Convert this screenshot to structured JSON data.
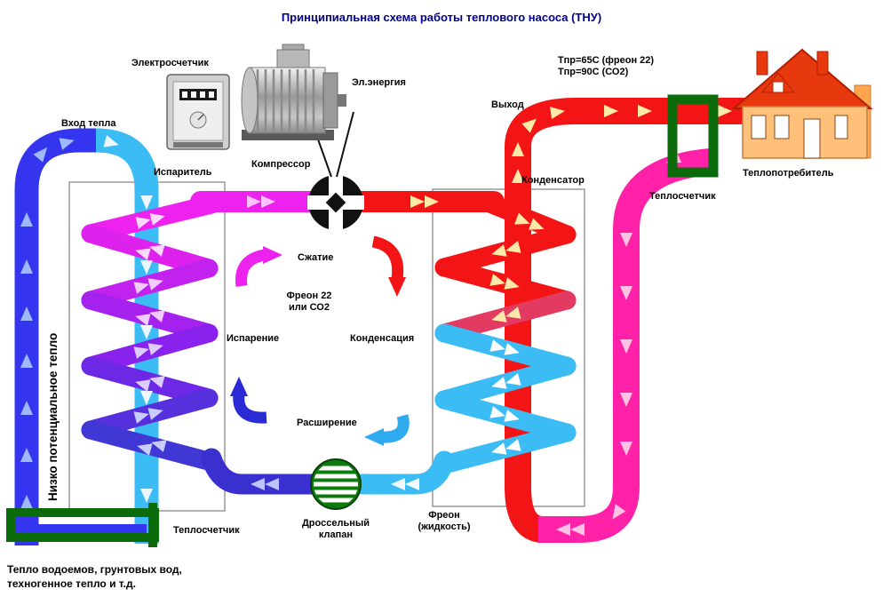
{
  "title": "Принципиальная схема работы теплового насоса (ТНУ)",
  "labels": {
    "heat_input": "Вход тепла",
    "electric_meter": "Электросчетчик",
    "electric_energy": "Эл.энергия",
    "evaporator": "Испаритель",
    "compressor": "Компрессор",
    "output": "Выход",
    "temp_line1": "Тпр=65С (фреон 22)",
    "temp_line2": "Тпр=90С (СО2)",
    "condenser": "Конденсатор",
    "heat_consumer": "Теплопотребитель",
    "heat_meter_right": "Теплосчетчик",
    "heat_meter_bottom": "Теплосчетчик",
    "compression": "Сжатие",
    "refrigerant_line1": "Фреон 22",
    "refrigerant_line2": "или СО2",
    "evaporation": "Испарение",
    "condensation": "Конденсация",
    "expansion": "Расширение",
    "throttle_line1": "Дроссельный",
    "throttle_line2": "клапан",
    "freon_liquid_line1": "Фреон",
    "freon_liquid_line2": "(жидкость)",
    "low_potential_heat": "Низко потенциальное тепло",
    "bottom_note_line1": "Тепло водоемов, грунтовых вод,",
    "bottom_note_line2": "техногенное тепло и т.д."
  },
  "colors": {
    "title_text": "#00008B",
    "pipe_blue": "#3535F0",
    "pipe_cyan": "#3BBCF5",
    "pipe_magenta": "#EE22EE",
    "pipe_red": "#F31515",
    "pipe_pink": "#FF22A8",
    "valve_green": "#0B7B0B",
    "meter_grid_green": "#0B6B0B"
  }
}
